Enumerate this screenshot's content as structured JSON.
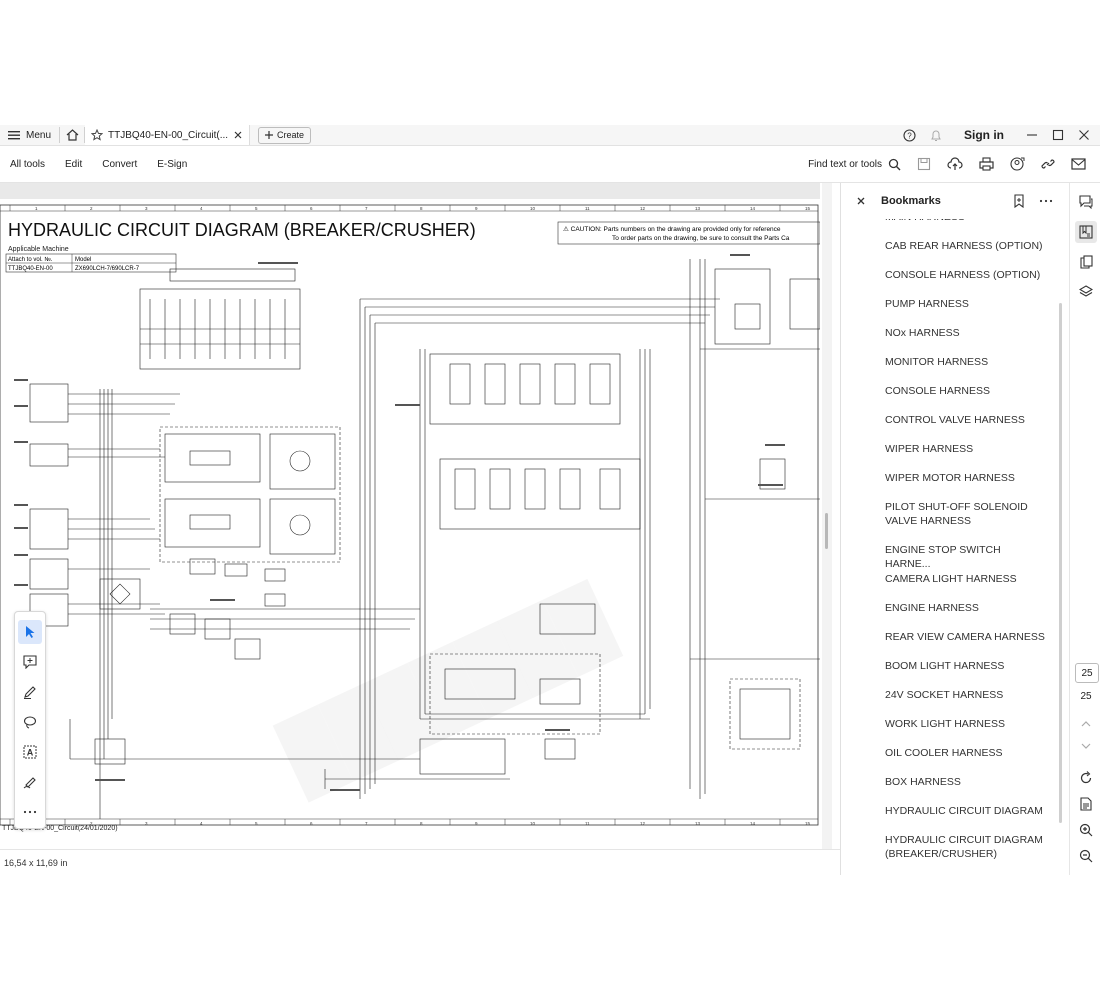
{
  "titlebar": {
    "menu_label": "Menu",
    "tab_title": "TTJBQ40-EN-00_Circuit(...",
    "create_label": "Create",
    "signin_label": "Sign in"
  },
  "toolbar": {
    "items": [
      "All tools",
      "Edit",
      "Convert",
      "E-Sign"
    ],
    "find_label": "Find text or tools"
  },
  "document": {
    "heading": "HYDRAULIC CIRCUIT DIAGRAM (BREAKER/CRUSHER)",
    "applicable_label": "Applicable Machine",
    "attach_header": "Attach to vol. №.",
    "model_header": "Model",
    "attach_value": "TTJBQ40-EN-00",
    "model_value": "ZX690LCH-7/690LCR-7",
    "caution_line1": "⚠ CAUTION: Parts numbers on the drawing are provided only for reference",
    "caution_line2": "To order parts on the drawing, be sure to consult the Parts Ca",
    "footer_doc": "TTJBQ40-EN-00_Circuit(24/01/2020)",
    "grid_numbers": [
      "1",
      "2",
      "3",
      "4",
      "5",
      "6",
      "7",
      "8",
      "9",
      "10",
      "11",
      "12",
      "13",
      "14",
      "15"
    ]
  },
  "status": {
    "page_size": "16,54 x 11,69 in"
  },
  "bookmarks": {
    "title": "Bookmarks",
    "items": [
      "MAIN HARNESS",
      "CAB REAR HARNESS (OPTION)",
      "CONSOLE HARNESS (OPTION)",
      "PUMP HARNESS",
      "NOx HARNESS",
      "MONITOR HARNESS",
      "CONSOLE HARNESS",
      "CONTROL VALVE HARNESS",
      "WIPER HARNESS",
      "WIPER MOTOR HARNESS",
      "PILOT SHUT-OFF SOLENOID VALVE HARNESS",
      "ENGINE STOP SWITCH HARNE...",
      "CAMERA LIGHT HARNESS",
      "ENGINE HARNESS",
      "REAR VIEW CAMERA HARNESS",
      "BOOM LIGHT HARNESS",
      "24V SOCKET HARNESS",
      "WORK LIGHT HARNESS",
      "OIL COOLER HARNESS",
      "BOX HARNESS",
      "HYDRAULIC CIRCUIT DIAGRAM",
      "HYDRAULIC CIRCUIT DIAGRAM (BREAKER/CRUSHER)"
    ]
  },
  "navigation": {
    "current_page": "25",
    "total_pages": "25"
  },
  "colors": {
    "accent": "#1a73e8",
    "panel_bg": "#ffffff",
    "active_rail": "#e8e8e8"
  }
}
